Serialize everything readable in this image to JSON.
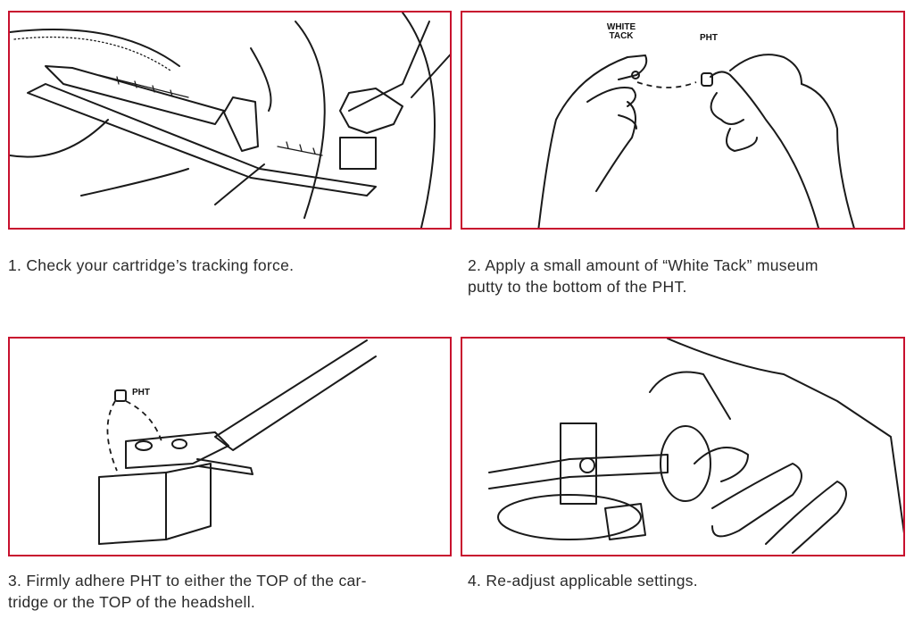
{
  "colors": {
    "panel_border": "#c8102e",
    "text": "#2a2a2a"
  },
  "steps": [
    {
      "caption": "1. Check your cartridge’s tracking force.",
      "illustration": "tracking-force-gauge-on-turntable"
    },
    {
      "caption_line1": "2.  Apply a small amount of “White Tack” museum",
      "caption_line2": "putty to the bottom of the PHT.",
      "labels": {
        "white_tack": "WHITE TACK",
        "pht": "PHT"
      }
    },
    {
      "caption_line1": "3.  Firmly adhere PHT to either the TOP of the car-",
      "caption_line2": "tridge or the TOP of the headshell.",
      "labels": {
        "pht": "PHT"
      }
    },
    {
      "caption": "4.  Re-adjust applicable settings."
    }
  ]
}
